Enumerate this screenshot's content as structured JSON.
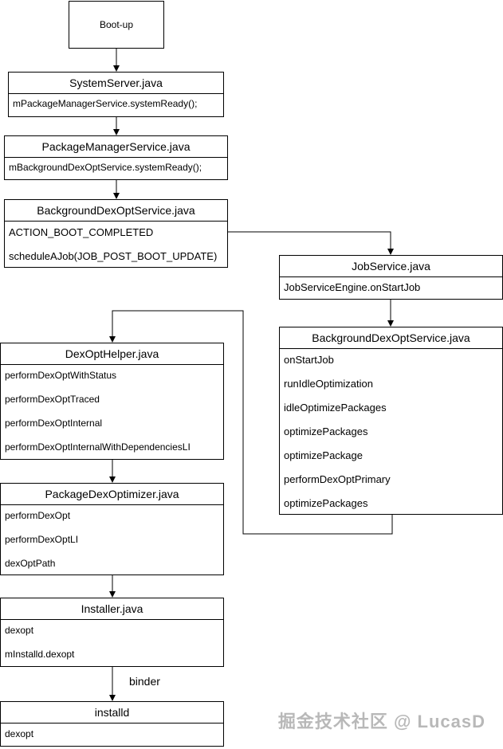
{
  "boot": {
    "label": "Boot-up"
  },
  "system_server": {
    "title": "SystemServer.java",
    "rows": [
      "mPackageManagerService.systemReady();"
    ]
  },
  "package_manager_service": {
    "title": "PackageManagerService.java",
    "rows": [
      "mBackgroundDexOptService.systemReady();"
    ]
  },
  "background_dexopt_service_1": {
    "title": "BackgroundDexOptService.java",
    "rows": [
      "ACTION_BOOT_COMPLETED",
      "scheduleAJob(JOB_POST_BOOT_UPDATE)"
    ]
  },
  "job_service": {
    "title": "JobService.java",
    "rows": [
      "JobServiceEngine.onStartJob"
    ]
  },
  "background_dexopt_service_2": {
    "title": "BackgroundDexOptService.java",
    "rows": [
      "onStartJob",
      "runIdleOptimization",
      "idleOptimizePackages",
      "optimizePackages",
      "optimizePackage",
      "performDexOptPrimary",
      "optimizePackages"
    ]
  },
  "dexopt_helper": {
    "title": "DexOptHelper.java",
    "rows": [
      "performDexOptWithStatus",
      "performDexOptTraced",
      "performDexOptInternal",
      "performDexOptInternalWithDependenciesLI"
    ]
  },
  "package_dex_optimizer": {
    "title": "PackageDexOptimizer.java",
    "rows": [
      "performDexOpt",
      "performDexOptLI",
      "dexOptPath"
    ]
  },
  "installer": {
    "title": "Installer.java",
    "rows": [
      "dexopt",
      "mInstalld.dexopt"
    ]
  },
  "installd": {
    "title": "installd",
    "rows": [
      "dexopt"
    ]
  },
  "edge_label": "binder",
  "watermark": "掘金技术社区 @ LucasD"
}
